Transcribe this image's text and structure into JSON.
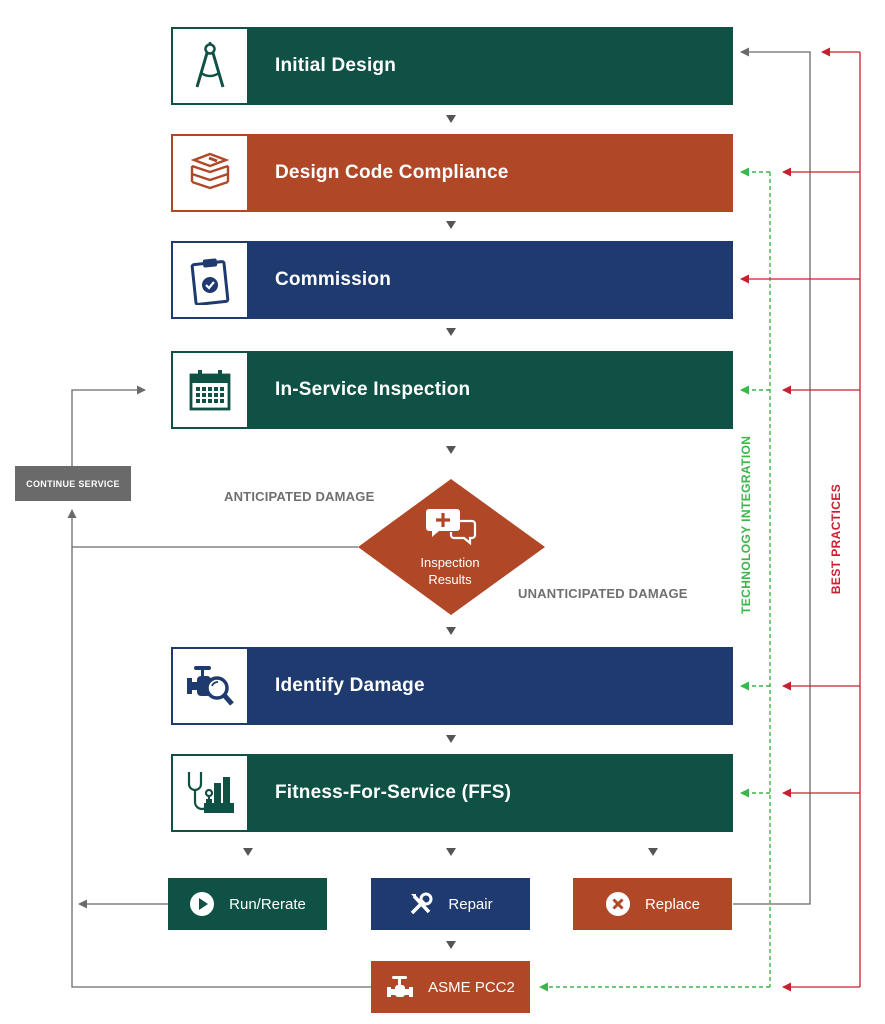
{
  "stages": [
    {
      "label": "Initial Design",
      "icon": "compass-icon",
      "color": "green"
    },
    {
      "label": "Design Code Compliance",
      "icon": "books-icon",
      "color": "rust"
    },
    {
      "label": "Commission",
      "icon": "clipboard-check-icon",
      "color": "navy"
    },
    {
      "label": "In-Service Inspection",
      "icon": "calendar-icon",
      "color": "green"
    },
    {
      "label": "Identify Damage",
      "icon": "valve-magnifier-icon",
      "color": "navy"
    },
    {
      "label": "Fitness-For-Service (FFS)",
      "icon": "stethoscope-plant-icon",
      "color": "green"
    }
  ],
  "decision": {
    "line1": "Inspection",
    "line2": "Results",
    "icon": "chat-plus-icon"
  },
  "labels": {
    "anticipated": "ANTICIPATED DAMAGE",
    "unanticipated": "UNANTICIPATED DAMAGE",
    "continue_service": "CONTINUE SERVICE",
    "technology_integration": "TECHNOLOGY INTEGRATION",
    "best_practices": "BEST PRACTICES"
  },
  "outcomes": [
    {
      "label": "Run/Rerate",
      "icon": "play-icon",
      "color": "green"
    },
    {
      "label": "Repair",
      "icon": "tools-icon",
      "color": "navy"
    },
    {
      "label": "Replace",
      "icon": "x-circle-icon",
      "color": "rust"
    }
  ],
  "final": {
    "label": "ASME PCC2",
    "icon": "valve-icon",
    "color": "rust"
  },
  "colors": {
    "green": "#0f5145",
    "rust": "#b04727",
    "navy": "#1e3a6e",
    "gray": "#6a6a6a",
    "tech": "#3cb54a",
    "best": "#c8202f"
  }
}
